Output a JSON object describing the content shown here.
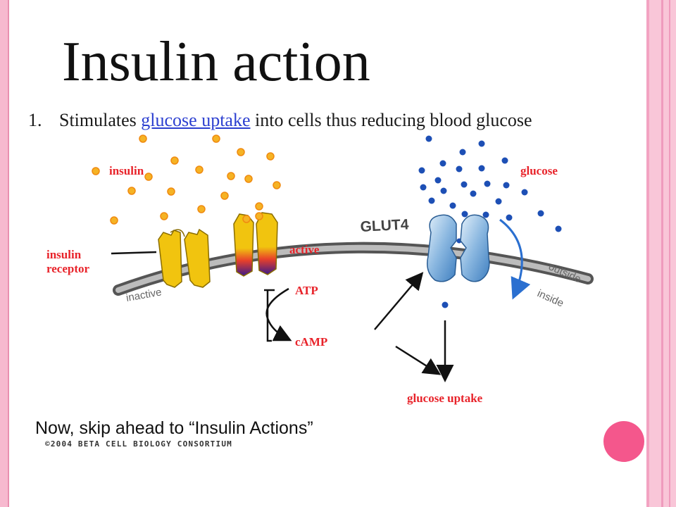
{
  "slide": {
    "title": "Insulin action",
    "point": {
      "number": "1.",
      "before": "Stimulates ",
      "link": "glucose uptake",
      "after": " into cells thus reducing blood glucose"
    },
    "footer": "Now, skip ahead to “Insulin Actions”"
  },
  "diagram": {
    "labels": {
      "insulin": "insulin",
      "glucose": "glucose",
      "insulin_receptor_line1": "insulin",
      "insulin_receptor_line2": "receptor",
      "active": "active",
      "atp": "ATP",
      "camp": "cAMP",
      "glucose_uptake": "glucose uptake",
      "glut4": "GLUT4",
      "inactive": "inactive",
      "outside": "outside",
      "inside": "inside"
    },
    "copyright": "©2004 BETA CELL BIOLOGY CONSORTIUM"
  },
  "colors": {
    "insulin_dot": "#f5b324",
    "glucose_dot": "#1d4fb5",
    "receptor": "#f1c40f",
    "label_red": "#e8232a",
    "link_blue": "#2c3fd0",
    "frame_pink": "#f7b9cf",
    "nav_circle": "#f4578c"
  }
}
